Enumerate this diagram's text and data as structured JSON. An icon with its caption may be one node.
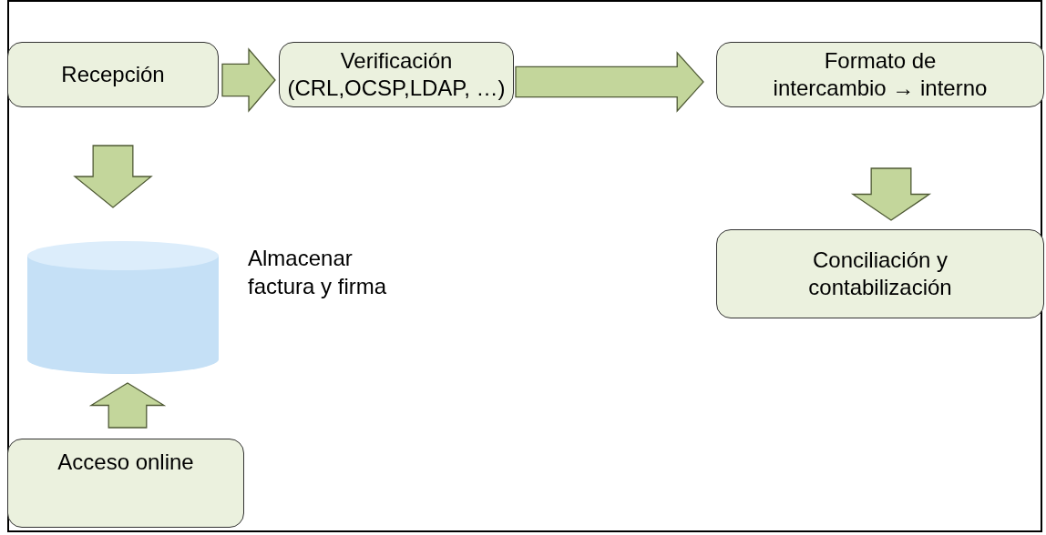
{
  "diagram": {
    "nodes": [
      {
        "text": [
          "Recepción"
        ]
      },
      {
        "text": [
          "Verificación",
          "(CRL,OCSP,LDAP, …)"
        ]
      },
      {
        "text": [
          "Formato de",
          "intercambio → interno"
        ]
      },
      {
        "text": [],
        "shape": "cylinder",
        "beside": [
          "Almacenar factura y firma"
        ]
      },
      {
        "text": [
          "Conciliación y contabilización"
        ]
      },
      {
        "text": [
          "Acceso online"
        ]
      }
    ],
    "edges": [
      {
        "from": 0,
        "to": 1,
        "arrow": "to"
      },
      {
        "from": 1,
        "to": 2,
        "arrow": "to"
      },
      {
        "from": 0,
        "to": 3,
        "arrow": "to"
      },
      {
        "from": 2,
        "to": 4,
        "arrow": "to"
      },
      {
        "from": 5,
        "to": 3,
        "arrow": "to"
      }
    ]
  }
}
